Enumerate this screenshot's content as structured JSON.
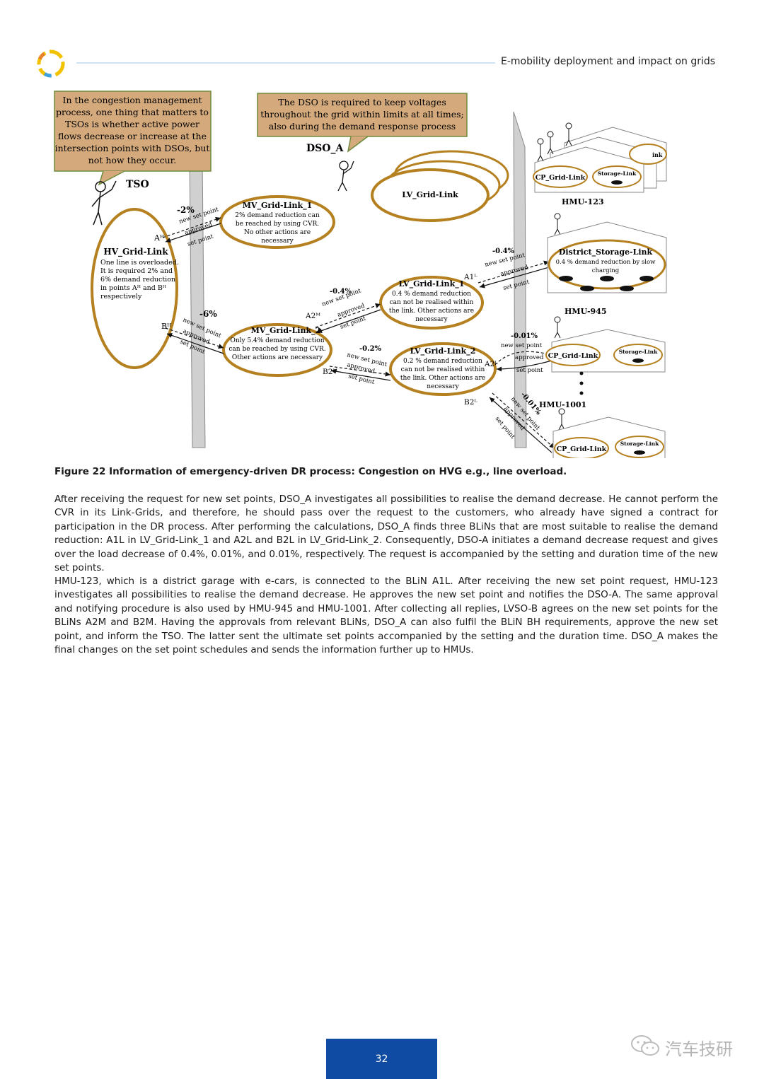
{
  "header": {
    "title": "E-mobility deployment and impact on grids"
  },
  "figure": {
    "callout_tso": [
      "In the congestion management",
      "process, one thing that matters to",
      "TSOs is whether active power",
      "flows decrease or increase at the",
      "intersection points with DSOs, but",
      "not how they occur."
    ],
    "callout_dso": [
      "The DSO is required to keep voltages",
      "throughout the grid within limits at all times;",
      "also during the demand response process"
    ],
    "tso_label": "TSO",
    "dso_label": "DSO_A",
    "hv": {
      "title": "HV_Grid-Link",
      "lines": [
        "One line is overloaded.",
        "It is required 2% and",
        "6% demand reduction",
        "in points Aᴴ and Bᴴ",
        "respectively"
      ]
    },
    "mv1": {
      "title": "MV_Grid-Link_1",
      "lines": [
        "2% demand reduction can",
        "be reached by using CVR.",
        "No other actions are",
        "necessary"
      ]
    },
    "mv2": {
      "title": "MV_Grid-Link_2",
      "lines": [
        "Only 5.4% demand reduction",
        "can be reached by using CVR.",
        "Other actions are necessary"
      ]
    },
    "lv_top": {
      "title": "LV_Grid-Link"
    },
    "lv1": {
      "title": "LV_Grid-Link_1",
      "lines": [
        "0.4 % demand reduction",
        "can not be realised within",
        "the link. Other actions are",
        "necessary"
      ]
    },
    "lv2": {
      "title": "LV_Grid-Link_2",
      "lines": [
        "0.2 % demand reduction",
        "can not be realised within",
        "the link. Other actions are",
        "necessary"
      ]
    },
    "district": {
      "title": "District_Storage-Link",
      "lines": [
        "0.4 % demand reduction by slow",
        "charging"
      ]
    },
    "hmu123": "HMU-123",
    "hmu945": "HMU-945",
    "hmu1001": "HMU-1001",
    "cp_label": "CP_Grid-Link",
    "storage_label": "Storage-Link",
    "link_fragment": "ink",
    "pct": {
      "p2": "-2%",
      "p6": "-6%",
      "p04a": "-0.4%",
      "p04b": "-0.4%",
      "p02": "-0.2%",
      "p001a": "-0.01%",
      "p001b": "-0.01%"
    },
    "points": {
      "ah": "Aᴴ",
      "bh": "Bᴴ",
      "a2m": "A2ᴹ",
      "b2m": "B2ᴹ",
      "a1l": "A1ᴸ",
      "a2l": "A2ᴸ",
      "b2l": "B2ᴸ"
    },
    "msg": {
      "new": "new set point",
      "approved": "approved",
      "set": "set point"
    }
  },
  "caption": "Figure 22 Information of emergency-driven DR process: Congestion on HVG e.g., line overload.",
  "paragraphs": [
    "After receiving the request for new set points, DSO_A investigates all possibilities to realise the demand decrease. He cannot perform the CVR in its Link-Grids, and therefore, he should pass over the request to the customers, who already have signed a contract for participation in the DR process. After performing the calculations, DSO_A finds three BLiNs that are most suitable to realise the demand reduction: A1L in LV_Grid-Link_1 and A2L and B2L in LV_Grid-Link_2. Consequently, DSO-A initiates a demand decrease request and gives over the load decrease of 0.4%, 0.01%, and 0.01%, respectively. The request is accompanied by the setting and duration time of the new set points.",
    "HMU-123, which is a district garage with e-cars, is connected to the BLiN A1L. After receiving the new set point request, HMU-123 investigates all possibilities to realise the demand decrease. He approves the new set point and notifies the DSO-A. The same approval and notifying procedure is also used by HMU-945 and HMU-1001. After collecting all replies, LVSO-B agrees on the new set points for the BLiNs A2M and B2M. Having the approvals from relevant BLiNs, DSO_A can also fulfil the BLiN BH requirements, approve the new set point, and inform the TSO. The latter sent the ultimate set points accompanied by the setting and the duration time. DSO_A makes the final changes on the set point schedules and sends the information further up to HMUs."
  ],
  "footer": {
    "page_number": "32",
    "watermark": "汽车技研"
  },
  "colors": {
    "ellipse": "#b5801f",
    "callout": "#d4aa7d",
    "accent": "#0f4aa3"
  }
}
